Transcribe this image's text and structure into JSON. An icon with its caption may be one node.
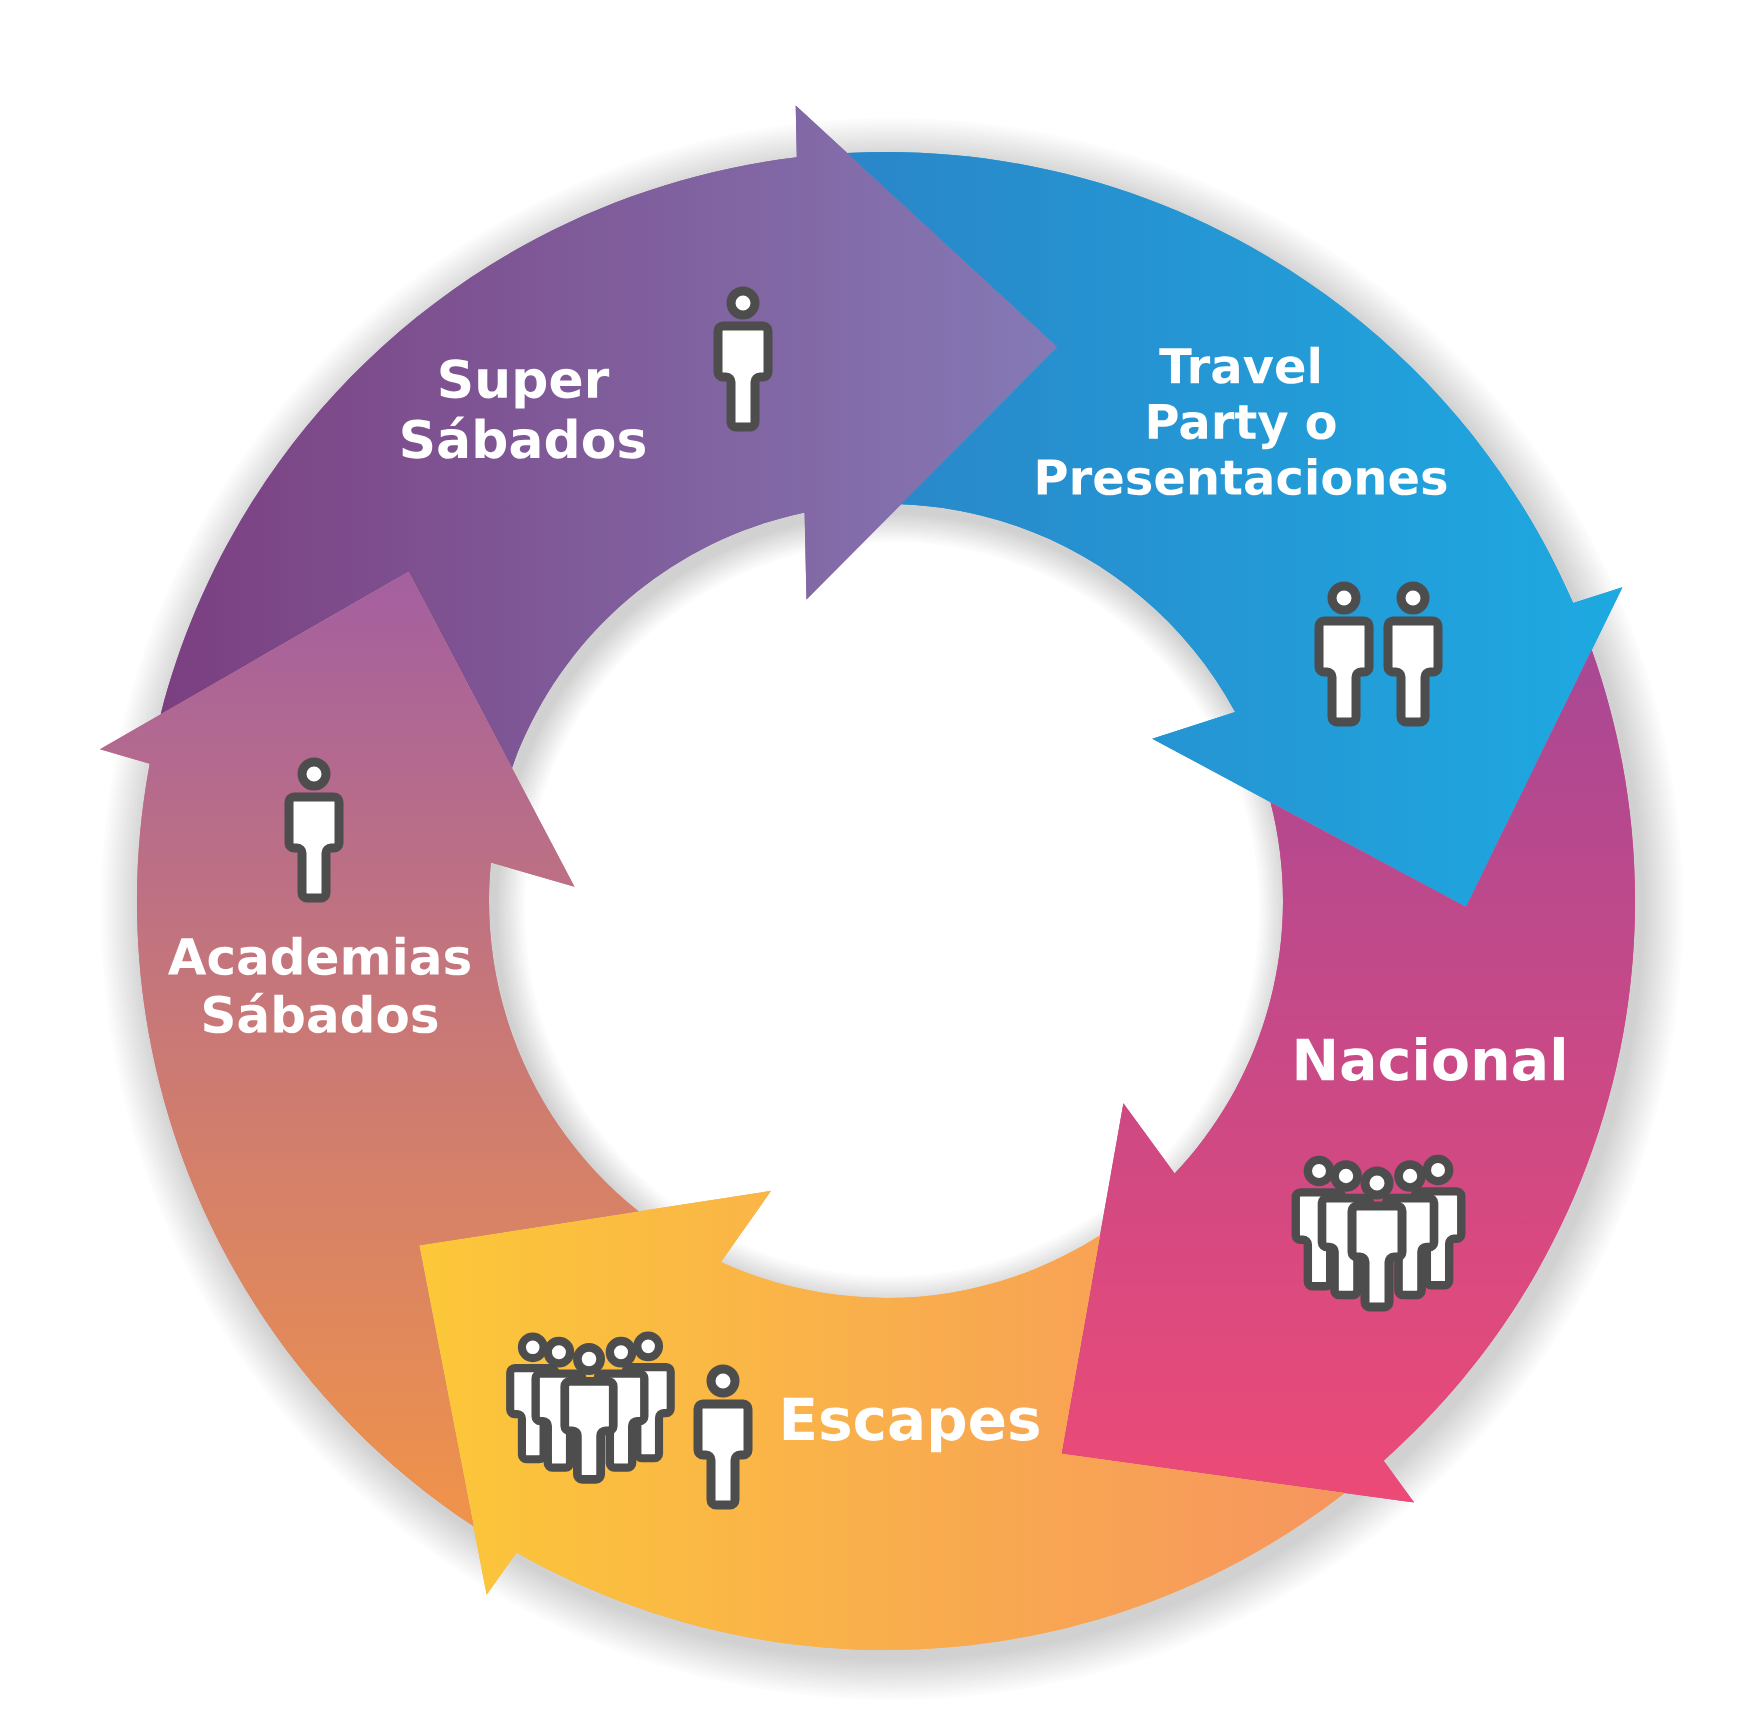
{
  "diagram": {
    "nodes": [
      {
        "text": [
          "Super Sábados"
        ]
      },
      {
        "text": [
          "Travel Party o Presentaciones"
        ]
      },
      {
        "text": [
          "Nacional"
        ]
      },
      {
        "text": [
          "Escapes"
        ]
      },
      {
        "text": [
          "Academias Sábados"
        ]
      }
    ]
  }
}
